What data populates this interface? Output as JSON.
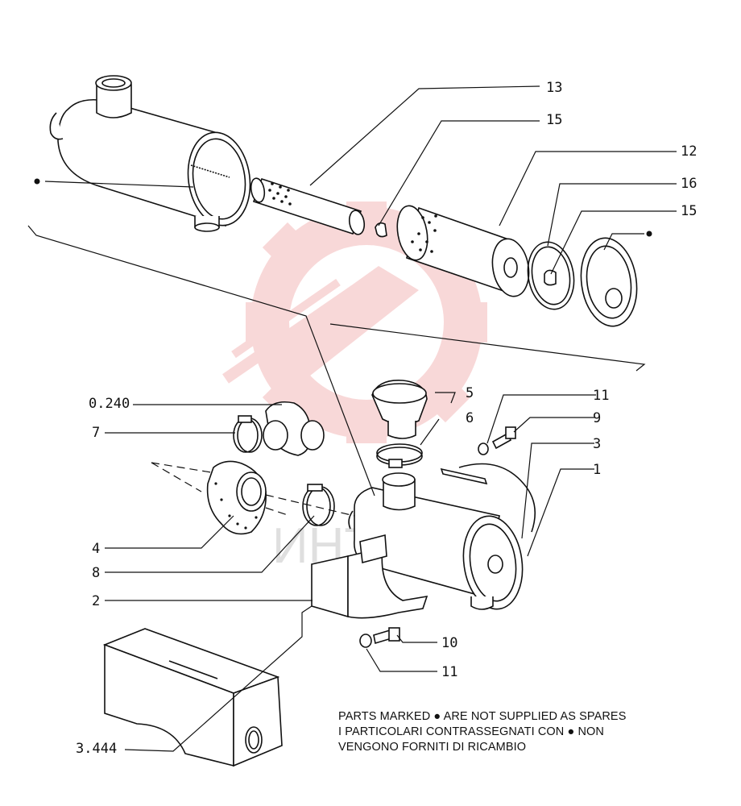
{
  "callouts": {
    "c13": "13",
    "c15a": "15",
    "c12": "12",
    "c16": "16",
    "c15b": "15",
    "c0240": "0.240",
    "c5": "5",
    "c11a": "11",
    "c7": "7",
    "c6": "6",
    "c9": "9",
    "c3": "3",
    "c1": "1",
    "c4": "4",
    "c8": "8",
    "c2": "2",
    "c10": "10",
    "c11b": "11",
    "c3444": "3.444"
  },
  "note": {
    "line1": "PARTS MARKED ● ARE NOT SUPPLIED AS SPARES",
    "line2": "I PARTICOLARI CONTRASSEGNATI CON ● NON",
    "line3": "VENGONO FORNITI DI RICAMBIO"
  },
  "watermark": {
    "text": "ИНТЕХ",
    "color": "#f2b6b6"
  },
  "colors": {
    "line": "#111111",
    "watermark": "#f4b9b9"
  }
}
